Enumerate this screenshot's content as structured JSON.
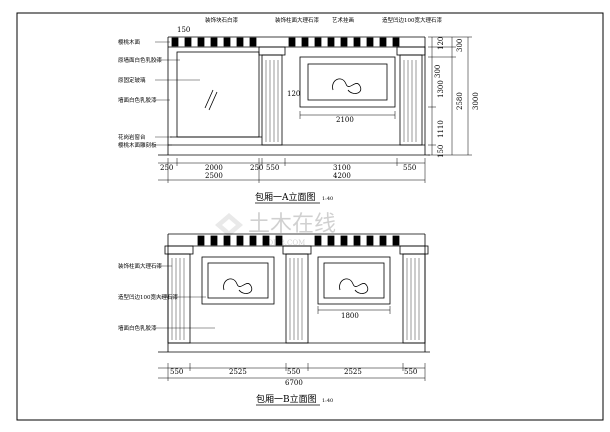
{
  "elevation_a": {
    "title": "包厢一A立面图",
    "scale": "1:40",
    "top_labels": [
      "装饰块石白漆",
      "装饰柱面大理石漆",
      "艺术挂画",
      "造型凹边100宽大理石漆"
    ],
    "side_labels": [
      "樱桃木面",
      "原墙面白色乳胶漆",
      "原固定玻璃",
      "墙面白色乳胶漆",
      "花岗岩窗台",
      "樱桃木面雕刻板"
    ],
    "top_dim": "150",
    "frame_dim": "120",
    "picture_width": "2100",
    "bottom_dims_row1": [
      "250",
      "2000",
      "250",
      "550",
      "3100",
      "550"
    ],
    "bottom_dims_row2": [
      "2500",
      "4200"
    ],
    "right_dims_inner": [
      "120",
      "1300",
      "1110",
      "150"
    ],
    "right_dims_outer": [
      "300",
      "300",
      "2580",
      "3000"
    ],
    "total_height": "3000"
  },
  "elevation_b": {
    "title": "包厢一B立面图",
    "scale": "1:40",
    "side_labels": [
      "装饰柱面大理石漆",
      "造型凹边100宽大理石漆",
      "墙面白色乳胶漆"
    ],
    "picture_width": "1800",
    "bottom_dims_row1": [
      "550",
      "2525",
      "550",
      "2525",
      "550"
    ],
    "total_width": "6700"
  },
  "watermark": {
    "text": "土木在线",
    "url": "COI88.COM"
  }
}
